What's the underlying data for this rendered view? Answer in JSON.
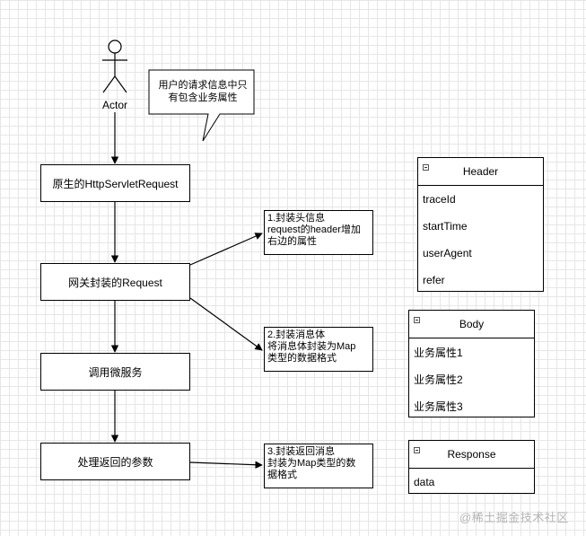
{
  "actor": {
    "label": "Actor"
  },
  "callout": {
    "text": "用户的请求信息中只\n有包含业务属性"
  },
  "flow": {
    "step1": "原生的HttpServletRequest",
    "step2": "网关封装的Request",
    "step3": "调用微服务",
    "step4": "处理返回的参数"
  },
  "notes": {
    "note1": "1.封装头信息\nrequest的header增加\n右边的属性",
    "note2": "2.封装消息体\n将消息体封装为Map\n类型的数据格式",
    "note3": "3.封装返回消息\n封装为Map类型的数\n据格式"
  },
  "classes": {
    "header": {
      "title": "Header",
      "fields": [
        "traceId",
        "startTime",
        "userAgent",
        "refer"
      ]
    },
    "body": {
      "title": "Body",
      "fields": [
        "业务属性1",
        "业务属性2",
        "业务属性3"
      ]
    },
    "response": {
      "title": "Response",
      "fields": [
        "data"
      ]
    }
  },
  "watermark": "@稀土掘金技术社区"
}
